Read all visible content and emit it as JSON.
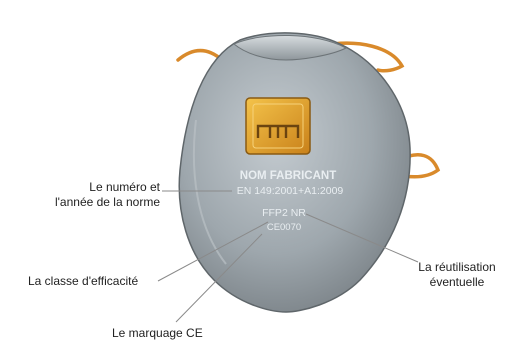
{
  "diagram": {
    "mask_texts": {
      "manufacturer": "NOM FABRICANT",
      "standard": "EN 149:2001+A1:2009",
      "class": "FFP2 NR",
      "ce_mark": "CE0070"
    },
    "callouts": {
      "norm_line1": "Le numéro et",
      "norm_line2": "l'année de la norme",
      "class": "La classe d'efficacité",
      "reuse_line1": "La réutilisation",
      "reuse_line2": "éventuelle",
      "ce": "Le marquage CE"
    },
    "colors": {
      "mask_body": "#9ea7ad",
      "mask_shadow": "#6f767b",
      "strap": "#d98a2b",
      "valve": "#e0a020",
      "leader_line": "#8a8a8a"
    }
  }
}
